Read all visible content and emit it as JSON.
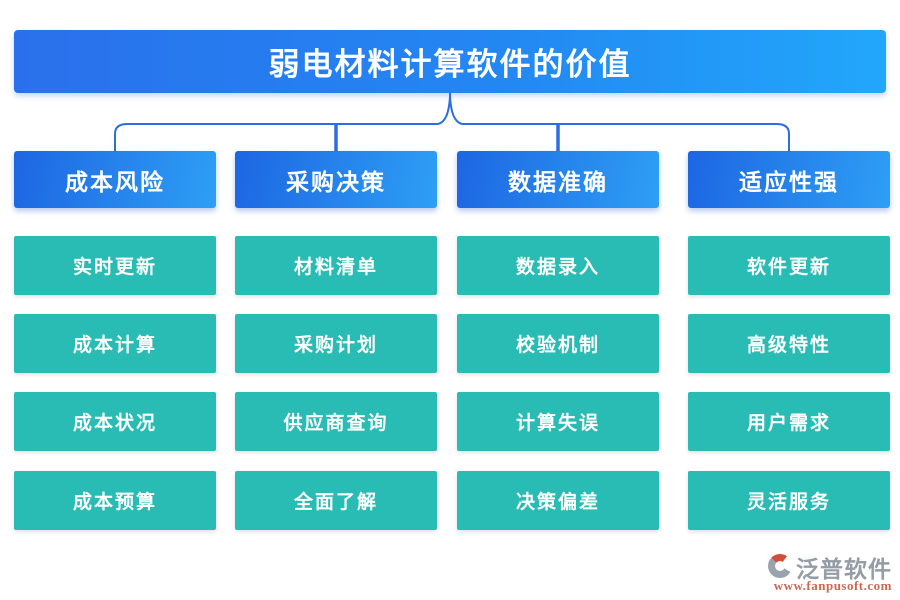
{
  "title": "弱电材料计算软件的价值",
  "columns": [
    {
      "header": "成本风险",
      "items": [
        "实时更新",
        "成本计算",
        "成本状况",
        "成本预算"
      ]
    },
    {
      "header": "采购决策",
      "items": [
        "材料清单",
        "采购计划",
        "供应商查询",
        "全面了解"
      ]
    },
    {
      "header": "数据准确",
      "items": [
        "数据录入",
        "校验机制",
        "计算失误",
        "决策偏差"
      ]
    },
    {
      "header": "适应性强",
      "items": [
        "软件更新",
        "高级特性",
        "用户需求",
        "灵活服务"
      ]
    }
  ],
  "footer": {
    "brand": "泛普软件",
    "url": "www.fanpusoft.com"
  },
  "colors": {
    "title_gradient_left": "#2a70ec",
    "title_gradient_right": "#22a7fb",
    "header_gradient_left": "#1d66e2",
    "header_gradient_right": "#2e9ff5",
    "item_teal": "#29bcb4",
    "connector_blue": "#2c6de0",
    "logo_gray": "#9aa2ac",
    "logo_red": "#cf4f38",
    "url_red": "#cb6a52"
  }
}
